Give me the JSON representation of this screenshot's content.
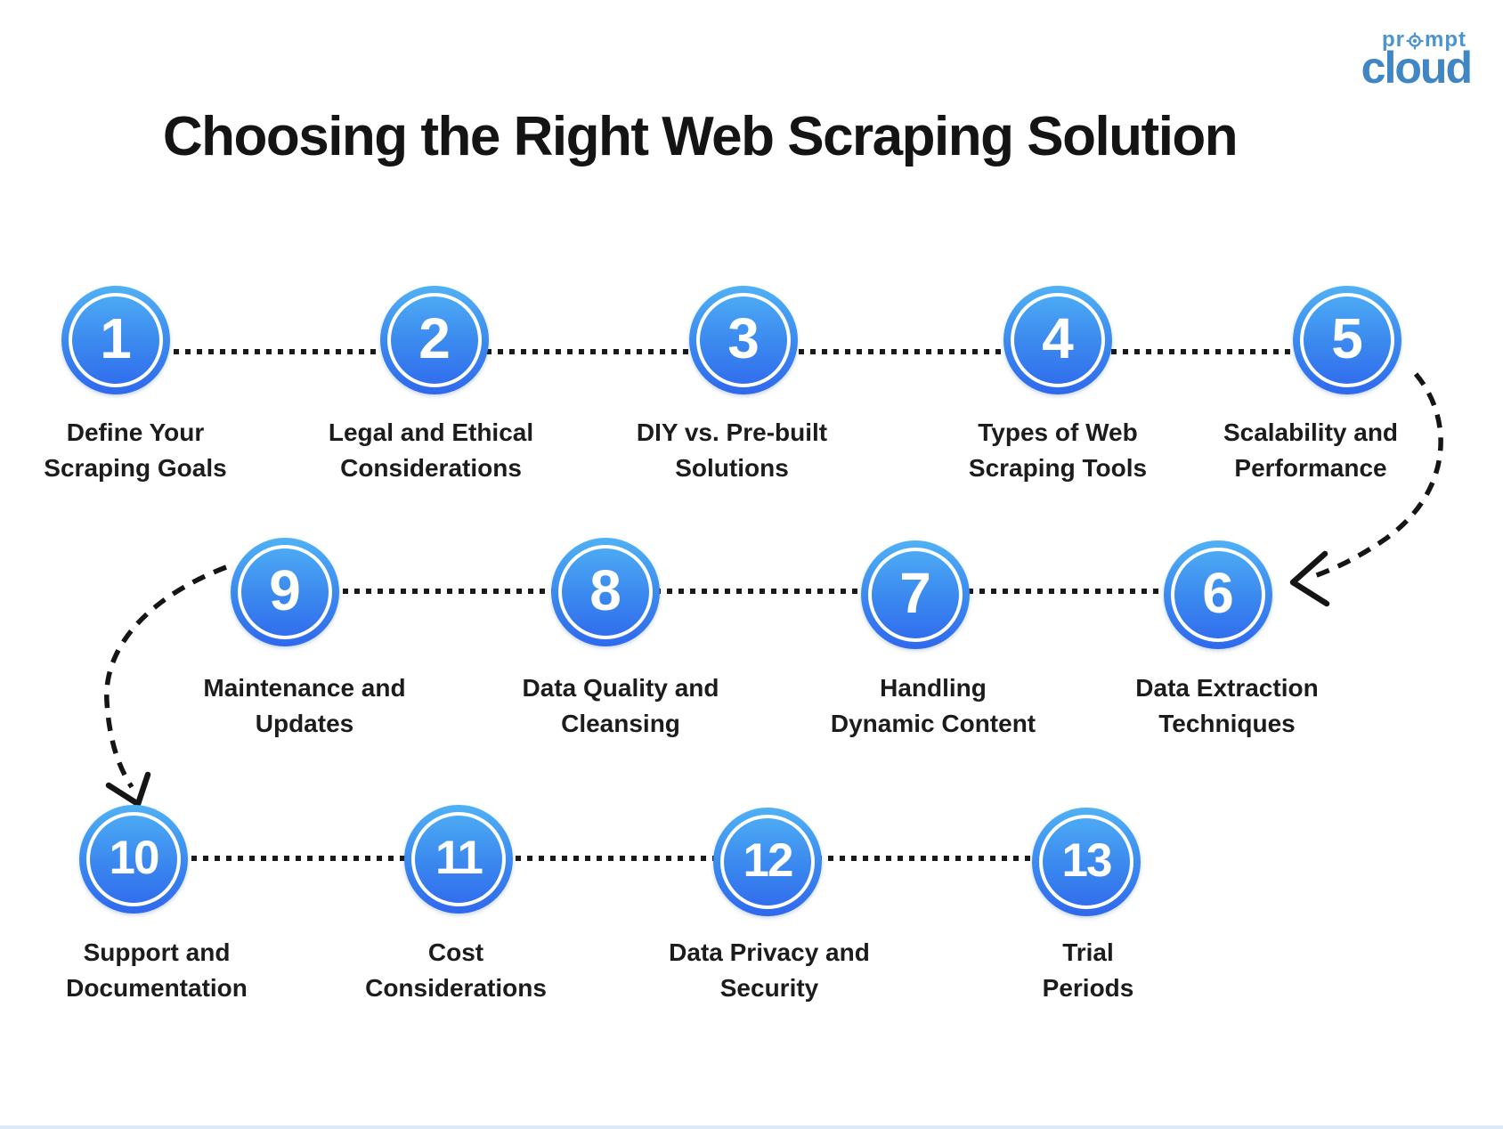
{
  "brand": {
    "logo_top_pre": "pr",
    "logo_top_post": "mpt",
    "logo_bottom": "cloud"
  },
  "title": "Choosing the Right Web Scraping Solution",
  "steps": [
    {
      "number": "1",
      "line1": "Define Your",
      "line2": "Scraping Goals"
    },
    {
      "number": "2",
      "line1": "Legal and Ethical",
      "line2": "Considerations"
    },
    {
      "number": "3",
      "line1": "DIY vs. Pre-built",
      "line2": "Solutions"
    },
    {
      "number": "4",
      "line1": "Types of Web",
      "line2": "Scraping Tools"
    },
    {
      "number": "5",
      "line1": "Scalability and",
      "line2": "Performance"
    },
    {
      "number": "6",
      "line1": "Data Extraction",
      "line2": "Techniques"
    },
    {
      "number": "7",
      "line1": "Handling",
      "line2": "Dynamic Content"
    },
    {
      "number": "8",
      "line1": "Data Quality and",
      "line2": "Cleansing"
    },
    {
      "number": "9",
      "line1": "Maintenance and",
      "line2": "Updates"
    },
    {
      "number": "10",
      "line1": "Support and",
      "line2": "Documentation"
    },
    {
      "number": "11",
      "line1": "Cost",
      "line2": "Considerations"
    },
    {
      "number": "12",
      "line1": "Data Privacy and",
      "line2": "Security"
    },
    {
      "number": "13",
      "line1": "Trial",
      "line2": "Periods"
    }
  ],
  "colors": {
    "circle_gradient_top": "#50b1f5",
    "circle_gradient_bottom": "#2f68ed",
    "connector": "#1a1a1a",
    "text": "#1c1c1c",
    "logo_blue": "#4b94cd",
    "bottom_strip": "#dce9f6"
  }
}
